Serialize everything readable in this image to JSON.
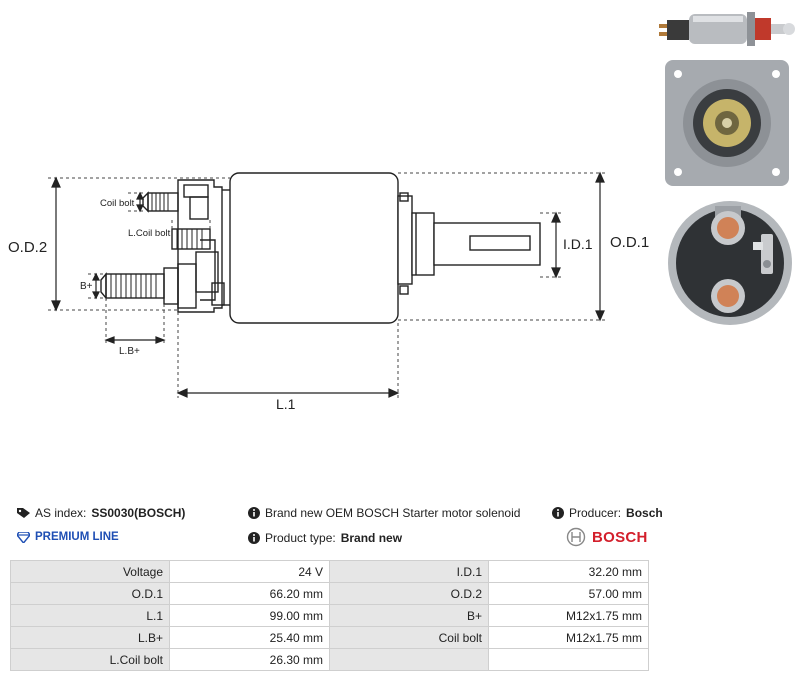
{
  "drawing": {
    "labels": {
      "od2": "O.D.2",
      "od1": "O.D.1",
      "id1": "I.D.1",
      "l1": "L.1",
      "coil_bolt": "Coil bolt",
      "l_coil_bolt": "L.Coil bolt",
      "b_plus": "B+",
      "lb_plus": "L.B+"
    }
  },
  "info": {
    "as_index_label": "AS index:",
    "as_index_value": "SS0030(BOSCH)",
    "premium": "PREMIUM LINE",
    "description": "Brand new OEM BOSCH Starter motor solenoid",
    "product_type_label": "Product type:",
    "product_type_value": "Brand new",
    "producer_label": "Producer:",
    "producer_value": "Bosch",
    "brand_logo_text": "BOSCH"
  },
  "colors": {
    "premium_blue": "#1f4fb4",
    "bosch_red": "#d31f2b",
    "label_cell_bg": "#e6e6e6"
  },
  "specs": {
    "rows": [
      {
        "l1": "Voltage",
        "v1": "24 V",
        "l2": "I.D.1",
        "v2": "32.20 mm"
      },
      {
        "l1": "O.D.1",
        "v1": "66.20 mm",
        "l2": "O.D.2",
        "v2": "57.00 mm"
      },
      {
        "l1": "L.1",
        "v1": "99.00 mm",
        "l2": "B+",
        "v2": "M12x1.75 mm"
      },
      {
        "l1": "L.B+",
        "v1": "25.40 mm",
        "l2": "Coil bolt",
        "v2": "M12x1.75 mm"
      },
      {
        "l1": "L.Coil bolt",
        "v1": "26.30 mm",
        "l2": "",
        "v2": ""
      }
    ]
  }
}
